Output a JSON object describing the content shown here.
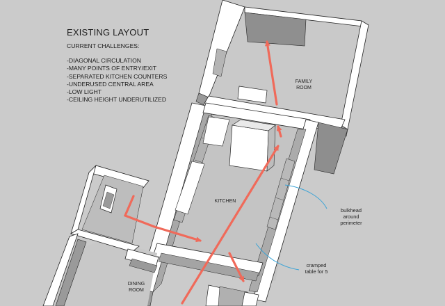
{
  "heading": {
    "title": "EXISTING LAYOUT",
    "subtitle": "CURRENT CHALLENGES:",
    "challenges": [
      "-DIAGONAL CIRCULATION",
      "-MANY POINTS OF ENTRY/EXIT",
      "-SEPARATED KITCHEN COUNTERS",
      "-UNDERUSED CENTRAL AREA",
      "-LOW LIGHT",
      "-CEILING HEIGHT UNDERUTILIZED"
    ]
  },
  "rooms": {
    "family_room_line1": "FAMILY",
    "family_room_line2": "ROOM",
    "kitchen": "KITCHEN",
    "dining_room_line1": "DINING",
    "dining_room_line2": "ROOM"
  },
  "annotations": {
    "bulkhead_line1": "bulkhead",
    "bulkhead_line2": "around",
    "bulkhead_line3": "perimeter",
    "table_line1": "cramped",
    "table_line2": "table for 5"
  },
  "colors": {
    "background": "#cbcbcb",
    "wall_top": "#ffffff",
    "wall_side": "#9a9a9a",
    "floor": "#c6c6c6",
    "arrow": "#f06a5a",
    "leader": "#3aa3d6",
    "outline": "#222222"
  }
}
